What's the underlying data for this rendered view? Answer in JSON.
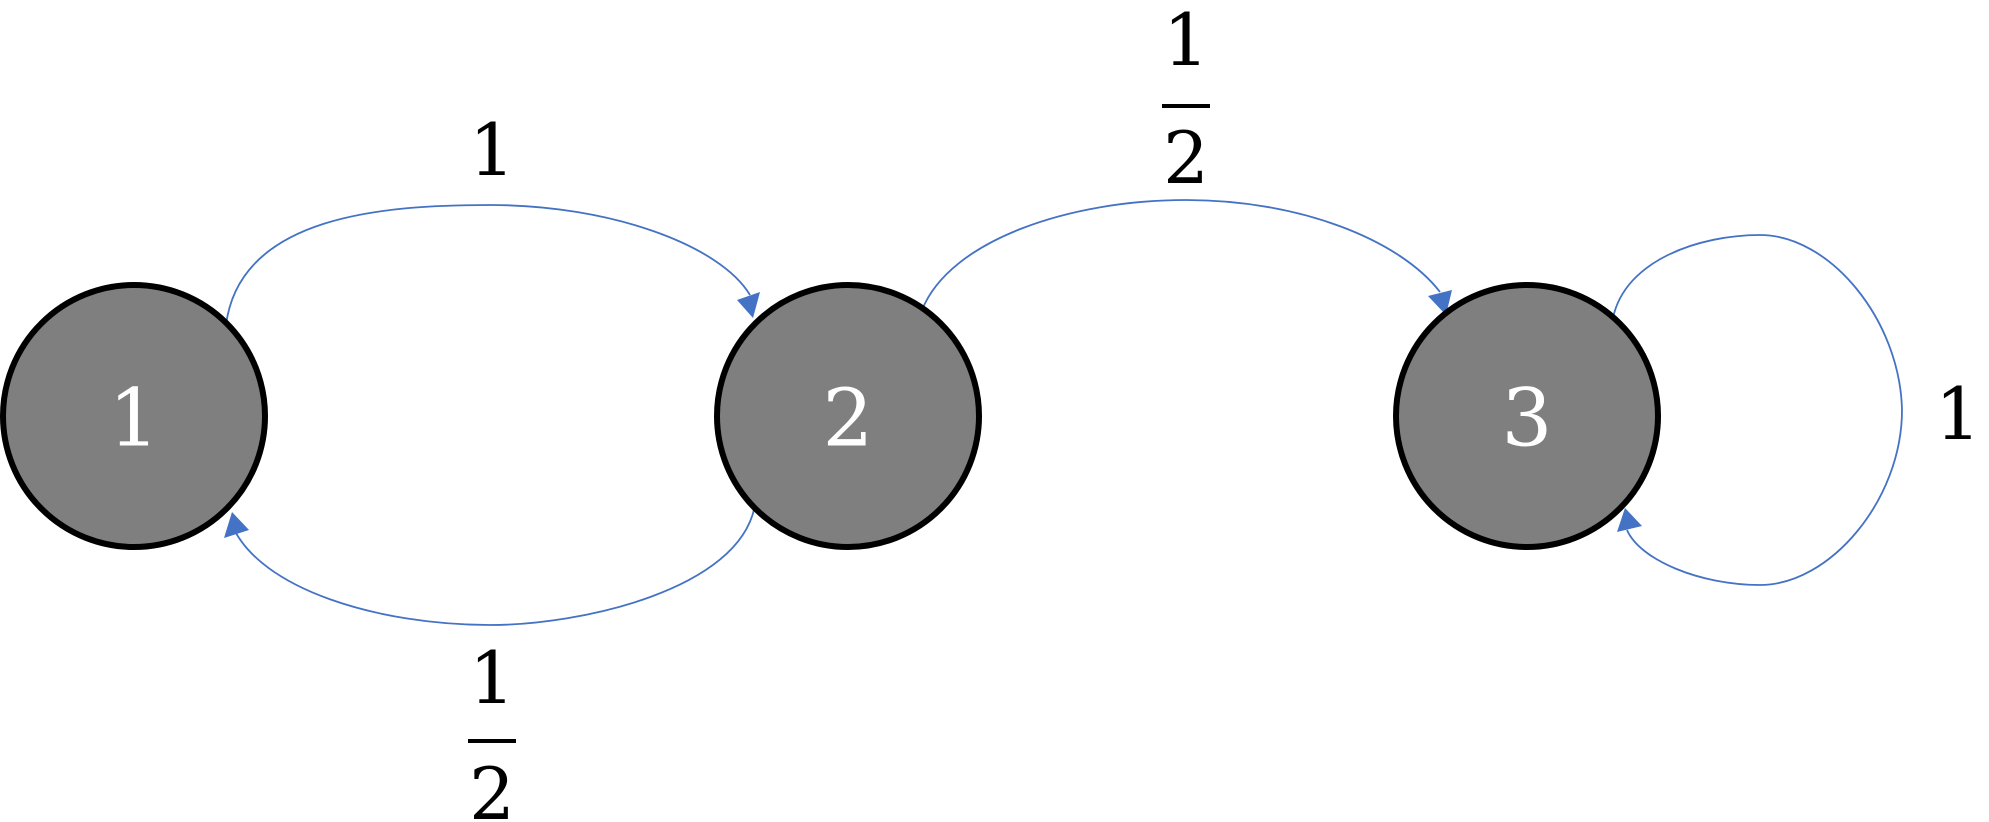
{
  "diagram": {
    "colors": {
      "node_fill": "#7f7f7f",
      "node_stroke": "#000000",
      "node_text": "#ffffff",
      "edge": "#4472c4",
      "label": "#000000"
    },
    "nodes": [
      {
        "id": "1",
        "label": "1"
      },
      {
        "id": "2",
        "label": "2"
      },
      {
        "id": "3",
        "label": "3"
      }
    ],
    "edges": [
      {
        "from": "1",
        "to": "2",
        "label": {
          "numerator": "1",
          "denominator": ""
        }
      },
      {
        "from": "2",
        "to": "1",
        "label": {
          "numerator": "1",
          "denominator": "2"
        }
      },
      {
        "from": "2",
        "to": "3",
        "label": {
          "numerator": "1",
          "denominator": "2"
        }
      },
      {
        "from": "3",
        "to": "3",
        "label": {
          "numerator": "1",
          "denominator": ""
        }
      }
    ]
  }
}
